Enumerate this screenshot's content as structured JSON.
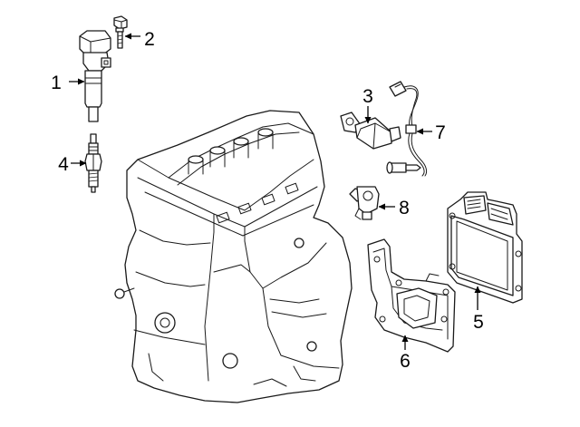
{
  "diagram": {
    "background": "#ffffff",
    "line_color": "#1a1a1a",
    "parts": [
      {
        "number": "1",
        "name": "ignition-coil"
      },
      {
        "number": "2",
        "name": "coil-bolt"
      },
      {
        "number": "3",
        "name": "camshaft-position-sensor"
      },
      {
        "number": "4",
        "name": "spark-plug"
      },
      {
        "number": "5",
        "name": "engine-control-module"
      },
      {
        "number": "6",
        "name": "ecm-mounting-bracket"
      },
      {
        "number": "7",
        "name": "oxygen-sensor"
      },
      {
        "number": "8",
        "name": "crankshaft-position-sensor"
      }
    ]
  }
}
